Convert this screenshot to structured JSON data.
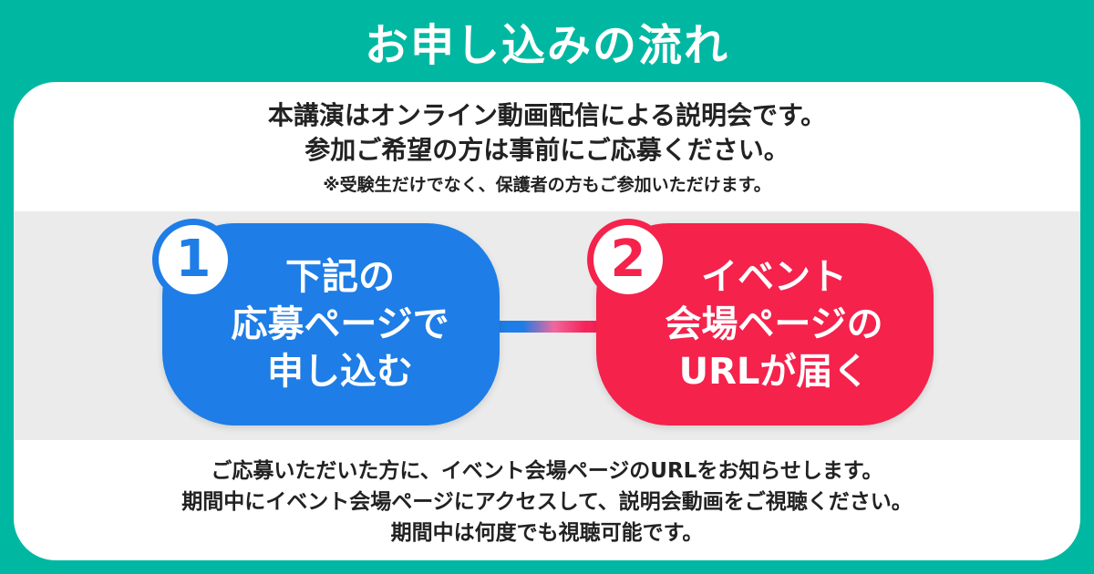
{
  "header": {
    "title": "お申し込みの流れ"
  },
  "intro": {
    "line1": "本講演はオンライン動画配信による説明会です。",
    "line2": "参加ご希望の方は事前にご応募ください。",
    "note": "※受験生だけでなく、保護者の方もご参加いただけます。"
  },
  "steps": [
    {
      "number": "1",
      "text": "下記の\n応募ページで\n申し込む",
      "color": "#1e7de6"
    },
    {
      "number": "2",
      "text": "イベント\n会場ページの\nURLが届く",
      "color": "#f5224c"
    }
  ],
  "outro": {
    "line1": "ご応募いただいた方に、イベント会場ページのURLをお知らせします。",
    "line2": "期間中にイベント会場ページにアクセスして、説明会動画をご視聴ください。",
    "line3": "期間中は何度でも視聴可能です。"
  },
  "colors": {
    "background": "#00b8a2",
    "band": "#ebebeb",
    "step1": "#1e7de6",
    "step2": "#f5224c"
  }
}
